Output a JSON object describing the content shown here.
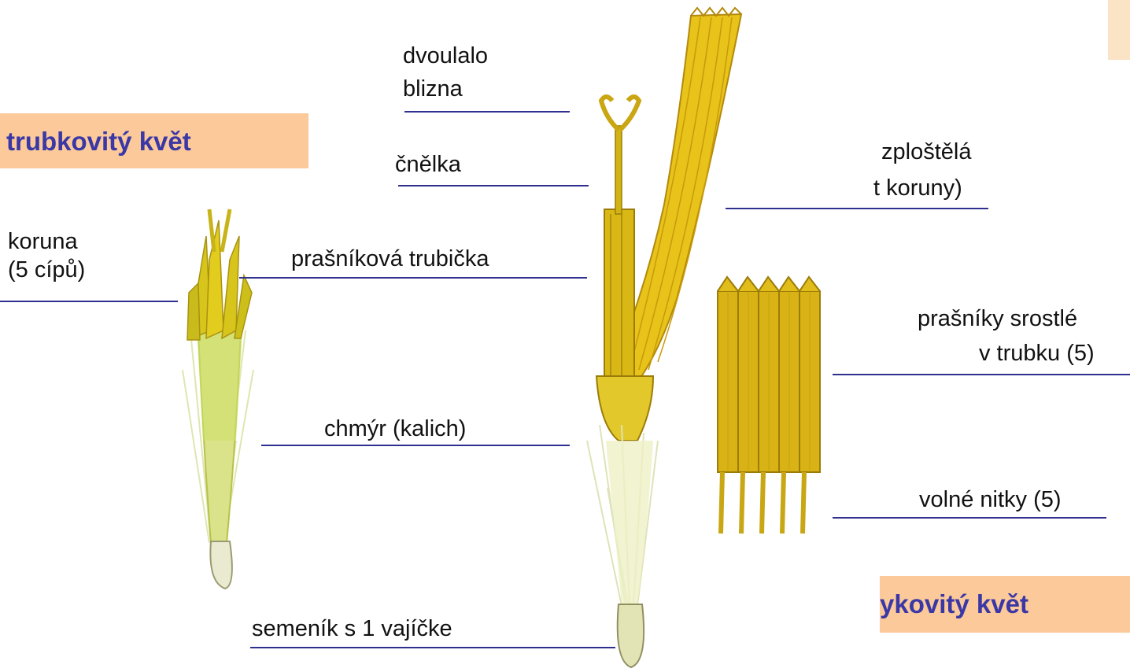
{
  "colors": {
    "box_fill": "#fbc99a",
    "box_text": "#3a37a6",
    "rule": "#2f2f8f",
    "petal_yellow": "#e8c31a",
    "petal_dark": "#c89a0c"
  },
  "headings": {
    "tubular": "trubkovitý květ",
    "ligulate": "ykovitý květ"
  },
  "labels": {
    "koruna_1": "koruna",
    "koruna_2": "(5 cípů)",
    "dvoulalo": "dvoulalo",
    "blizna": "blizna",
    "cnelka": "čnělka",
    "zplostela": "zploštělá",
    "koruny": "t koruny)",
    "prasnikova": "prašníková trubička",
    "prasniky_1": "prašníky srostlé",
    "prasniky_2": "v trubku (5)",
    "chmyr": "chmýr (kalich)",
    "volne": "volné nitky (5)",
    "semenik": "semeník s 1 vajíčke"
  }
}
